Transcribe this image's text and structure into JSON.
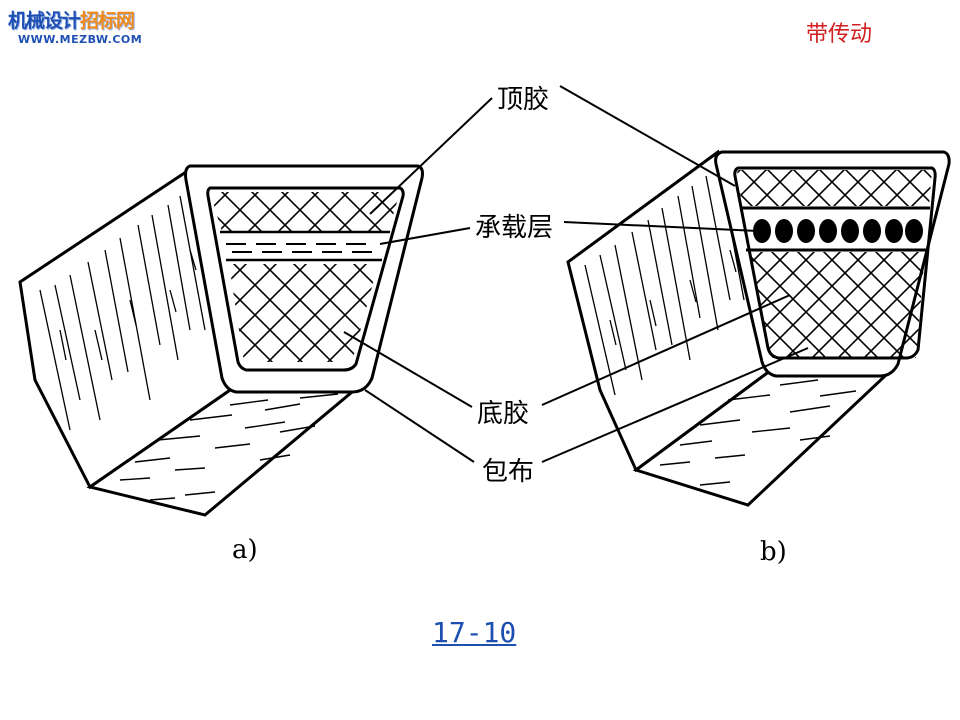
{
  "logo": {
    "text_main": "机械设计",
    "text_highlight": "招标网",
    "url": "WWW.MEZBW.COM"
  },
  "header": {
    "title": "带传动"
  },
  "diagram": {
    "labels": {
      "top_rubber": "顶胶",
      "tension_layer": "承载层",
      "bottom_rubber": "底胶",
      "cover_cloth": "包布"
    },
    "figure_a_label": "a)",
    "figure_b_label": "b)"
  },
  "footer": {
    "figure_ref": "17-10"
  }
}
